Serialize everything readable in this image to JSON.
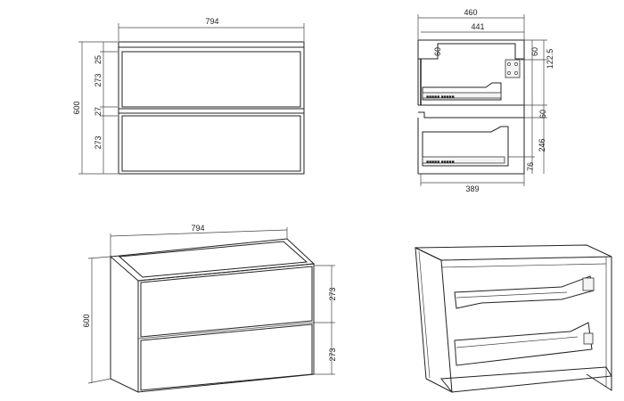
{
  "drawing": {
    "front_view": {
      "width": "794",
      "height": "600",
      "top_gap": "25",
      "mid_gap": "27",
      "drawer_1": "273",
      "drawer_2": "273"
    },
    "side_view": {
      "depth_total": "460",
      "depth_inner": "441",
      "top_left": "60",
      "top_right": "60",
      "hinge_drop": "122.5",
      "mid_gap": "60",
      "lower_height": "246",
      "bottom": "76",
      "drawer_depth": "389"
    },
    "iso_view": {
      "width": "794",
      "height": "600",
      "drawer_1": "273",
      "drawer_2": "273"
    }
  }
}
